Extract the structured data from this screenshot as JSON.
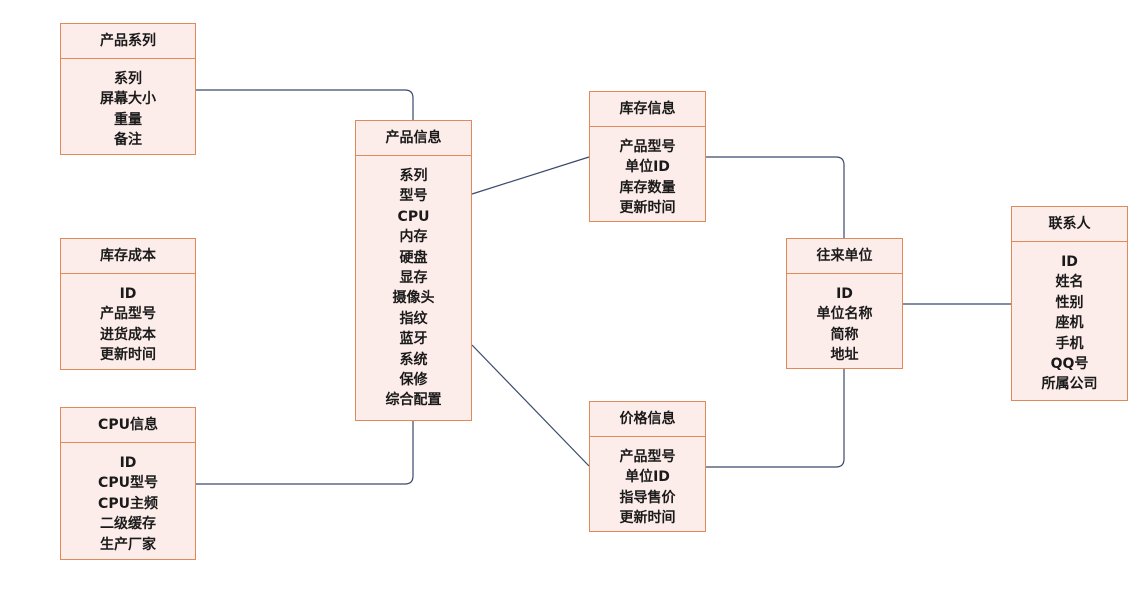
{
  "colors": {
    "box_fill": "#fcecea",
    "box_border": "#e0895a",
    "connector": "#3a4a6b",
    "text": "#1a1a1a"
  },
  "entities": {
    "product_series": {
      "title": "产品系列",
      "fields": [
        "系列",
        "屏幕大小",
        "重量",
        "备注"
      ]
    },
    "stock_cost": {
      "title": "库存成本",
      "fields": [
        "ID",
        "产品型号",
        "进货成本",
        "更新时间"
      ]
    },
    "cpu_info": {
      "title": "CPU信息",
      "fields": [
        "ID",
        "CPU型号",
        "CPU主频",
        "二级缓存",
        "生产厂家"
      ]
    },
    "product_info": {
      "title": "产品信息",
      "fields": [
        "系列",
        "型号",
        "CPU",
        "内存",
        "硬盘",
        "显存",
        "摄像头",
        "指纹",
        "蓝牙",
        "系统",
        "保修",
        "综合配置"
      ]
    },
    "inventory_info": {
      "title": "库存信息",
      "fields": [
        "产品型号",
        "单位ID",
        "库存数量",
        "更新时间"
      ]
    },
    "price_info": {
      "title": "价格信息",
      "fields": [
        "产品型号",
        "单位ID",
        "指导售价",
        "更新时间"
      ]
    },
    "partner": {
      "title": "往来单位",
      "fields": [
        "ID",
        "单位名称",
        "简称",
        "地址"
      ]
    },
    "contact": {
      "title": "联系人",
      "fields": [
        "ID",
        "姓名",
        "性别",
        "座机",
        "手机",
        "QQ号",
        "所属公司"
      ]
    }
  }
}
